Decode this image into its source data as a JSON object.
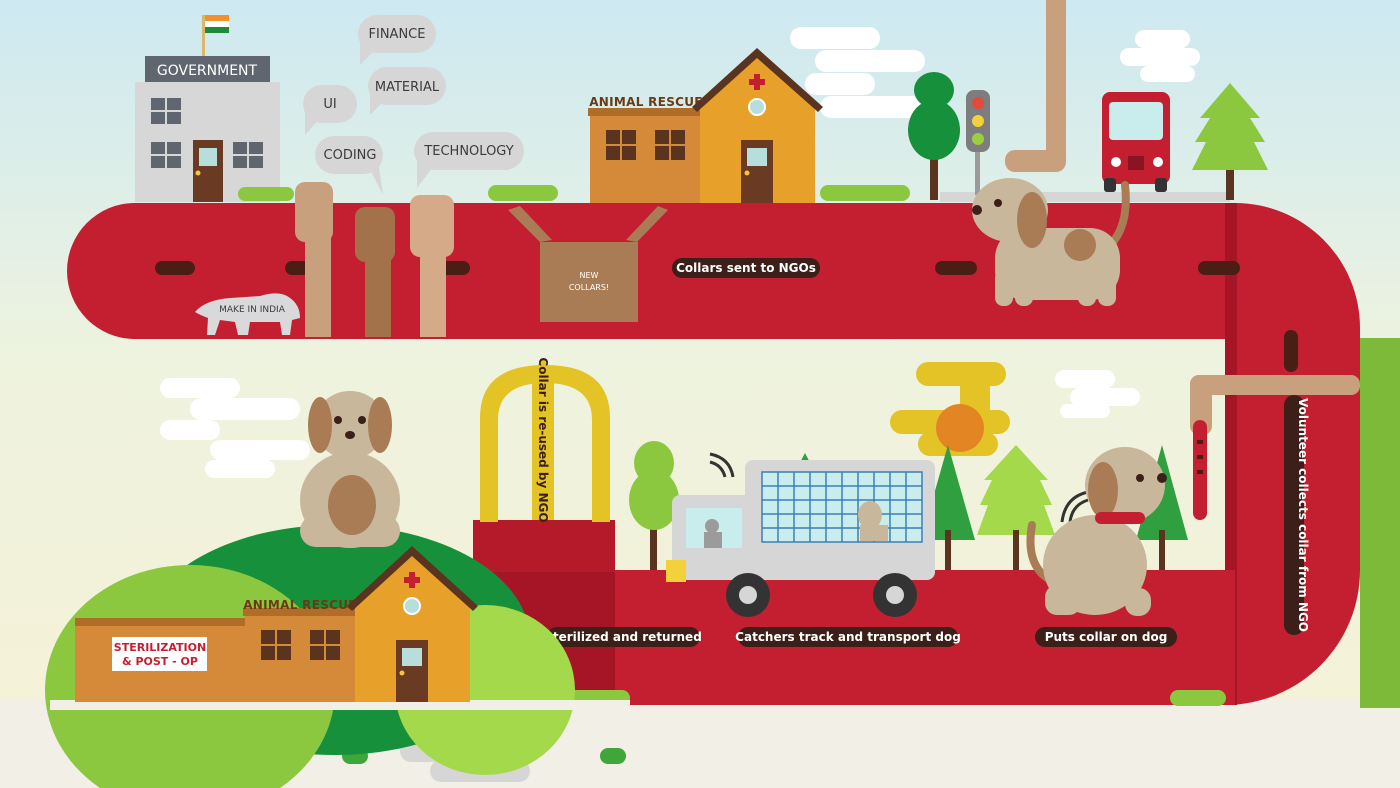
{
  "flag_colors": {
    "saffron": "#f3922d",
    "white": "#ffffff",
    "green": "#1f8a3a"
  },
  "government": {
    "sign": "GOVERNMENT"
  },
  "skill_bubbles": {
    "finance": "FINANCE",
    "ui": "UI",
    "material": "MATERIAL",
    "coding": "CODING",
    "technology": "TECHNOLOGY"
  },
  "animal_rescue_top": {
    "sign": "ANIMAL RESCUE"
  },
  "animal_rescue_bottom": {
    "sign": "ANIMAL RESCUE"
  },
  "make_in_india": {
    "label": "MAKE IN INDIA"
  },
  "collar_box": {
    "line1": "NEW",
    "line2": "COLLARS!"
  },
  "steps": {
    "collars_sent": "Collars sent to NGOs",
    "volunteer": "Volunteer collects collar from NGO",
    "puts_collar": "Puts collar on dog",
    "catchers": "Catchers track and transport dog",
    "sterilized": "Sterilized and returned",
    "reused": "Collar is re-used by NGO"
  },
  "sterilization_sign": {
    "line1": "STERILIZATION",
    "line2": "& POST - OP"
  },
  "colors": {
    "road": "#c41f30",
    "road_dark": "#a51526",
    "sky_top": "#cfe8ee",
    "sky_bottom": "#f7f4dc",
    "grass": "#8cc83f",
    "dog": "#c9b79b",
    "dog_patch": "#a97c55"
  }
}
